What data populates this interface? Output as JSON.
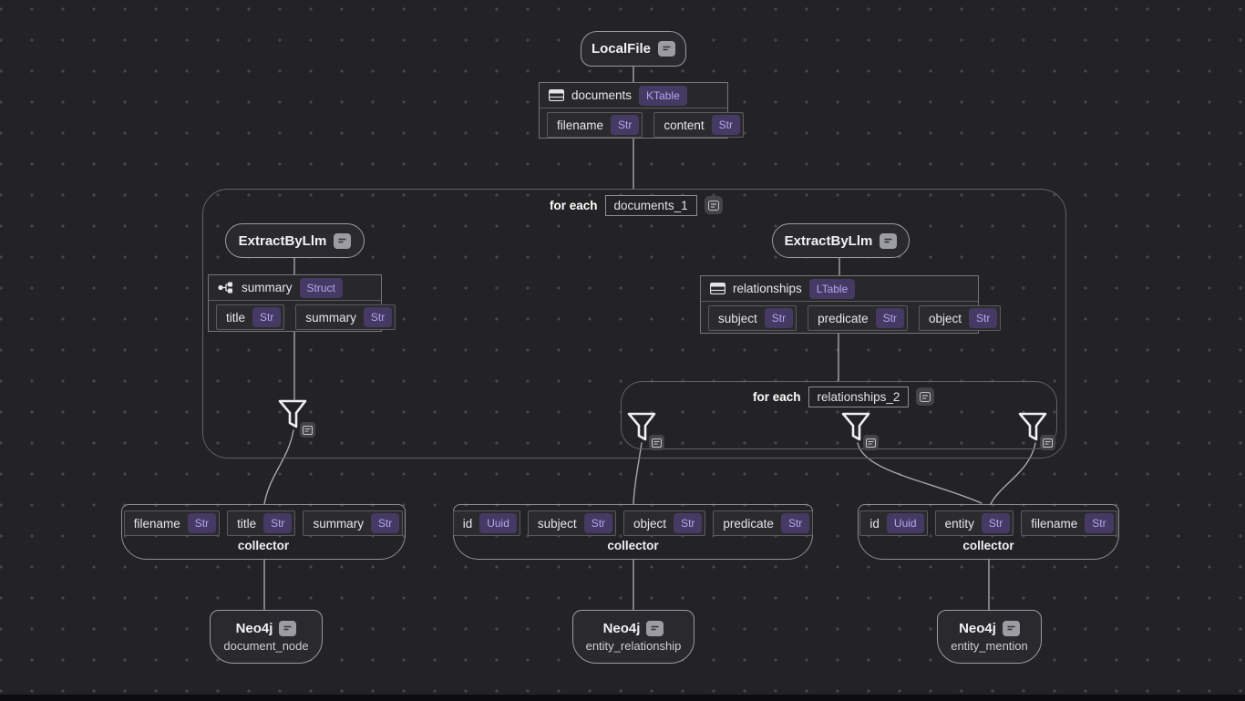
{
  "source": {
    "title": "LocalFile"
  },
  "documents_table": {
    "name": "documents",
    "type": "KTable",
    "fields": [
      {
        "name": "filename",
        "type": "Str"
      },
      {
        "name": "content",
        "type": "Str"
      }
    ]
  },
  "outer_loop": {
    "keyword": "for each",
    "value": "documents_1"
  },
  "extract_summary": {
    "title": "ExtractByLlm"
  },
  "summary_table": {
    "name": "summary",
    "type": "Struct",
    "fields": [
      {
        "name": "title",
        "type": "Str"
      },
      {
        "name": "summary",
        "type": "Str"
      }
    ]
  },
  "extract_relationships": {
    "title": "ExtractByLlm"
  },
  "relationships_table": {
    "name": "relationships",
    "type": "LTable",
    "fields": [
      {
        "name": "subject",
        "type": "Str"
      },
      {
        "name": "predicate",
        "type": "Str"
      },
      {
        "name": "object",
        "type": "Str"
      }
    ]
  },
  "inner_loop": {
    "keyword": "for each",
    "value": "relationships_2"
  },
  "collectors": [
    {
      "label": "collector",
      "fields": [
        {
          "name": "filename",
          "type": "Str"
        },
        {
          "name": "title",
          "type": "Str"
        },
        {
          "name": "summary",
          "type": "Str"
        }
      ]
    },
    {
      "label": "collector",
      "fields": [
        {
          "name": "id",
          "type": "Uuid"
        },
        {
          "name": "subject",
          "type": "Str"
        },
        {
          "name": "object",
          "type": "Str"
        },
        {
          "name": "predicate",
          "type": "Str"
        }
      ]
    },
    {
      "label": "collector",
      "fields": [
        {
          "name": "id",
          "type": "Uuid"
        },
        {
          "name": "entity",
          "type": "Str"
        },
        {
          "name": "filename",
          "type": "Str"
        }
      ]
    }
  ],
  "exports": [
    {
      "title": "Neo4j",
      "subtitle": "document_node"
    },
    {
      "title": "Neo4j",
      "subtitle": "entity_relationship"
    },
    {
      "title": "Neo4j",
      "subtitle": "entity_mention"
    }
  ],
  "colors": {
    "background": "#232326",
    "dot": "#47474c",
    "node_fill": "#2a2a2e",
    "node_border": "#9b9ba1",
    "badge_bg": "#443a63",
    "badge_text": "#b5a7f3",
    "edge": "#a6a6ac",
    "group_border": "#606066"
  }
}
